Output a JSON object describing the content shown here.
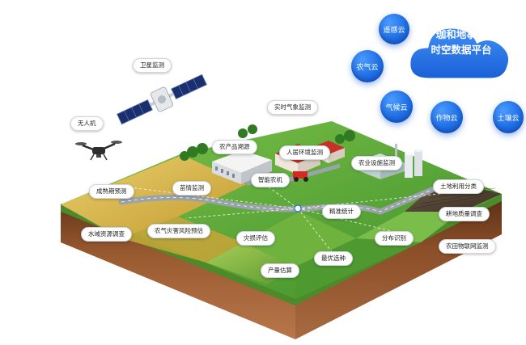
{
  "platform": {
    "title_line1": "珈和地事通",
    "title_line2": "时空数据平台"
  },
  "clouds": [
    {
      "label": "遥感云"
    },
    {
      "label": "农气云"
    },
    {
      "label": "气候云"
    },
    {
      "label": "作物云"
    },
    {
      "label": "土壤云"
    }
  ],
  "labels": {
    "satellite": "卫星监测",
    "drone": "无人机",
    "weather": "实时气象监测",
    "traceability": "农产品溯源",
    "habitat": "人居环境监测",
    "facility": "农业设施监测",
    "smart_machinery": "智能农机",
    "maturity": "成熟期预测",
    "seedling": "苗情监测",
    "precision": "精准统计",
    "land_use": "土地利用分类",
    "farmland_quality": "耕地质量调查",
    "water": "水域资源调查",
    "disaster": "农气灾害风险预估",
    "loss": "灾损评估",
    "distribution": "分布识别",
    "iot": "农田物联网监测",
    "breeding": "最优选种",
    "yield": "产量估算"
  },
  "colors": {
    "accent": "#1f6fe6",
    "cloud": "#2a7df0",
    "grass": "#5fae3c",
    "wheat": "#d9b84a",
    "soil": "#8a4e2a"
  },
  "icons": [
    "satellite-icon",
    "drone-icon",
    "cloud-icon"
  ]
}
